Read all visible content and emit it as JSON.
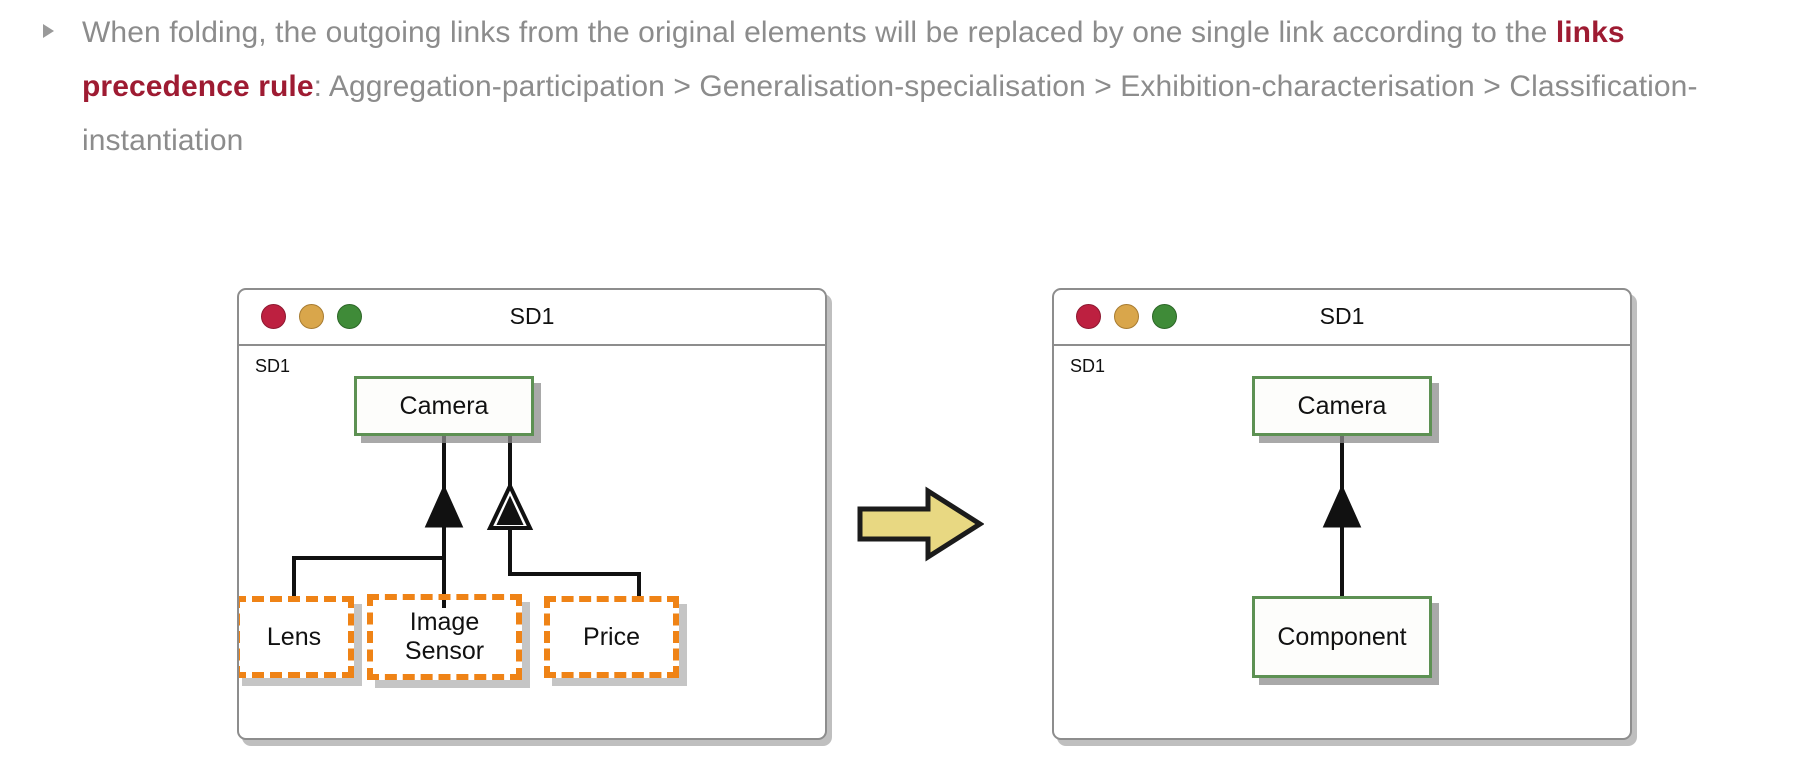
{
  "slide": {
    "bullet": {
      "marker": "triangle-bullet",
      "line1_pre": "When folding, the outgoing links from the original elements will be replaced by one single link according to the ",
      "accent": "links precedence rule",
      "line2_post": ": Aggregation-participation > Generalisation-specialisation > Exhibition-characterisation > Classification-instantiation",
      "full_text": "When folding, the outgoing links from the original elements will be replaced by one single link according to the links precedence rule: Aggregation-participation > Generalisation-specialisation > Exhibition-characterisation > Classification-instantiation",
      "text_color": "#8c8c8c",
      "accent_color": "#9e1b32"
    },
    "flow_arrow": {
      "name": "transformation-arrow",
      "direction": "right",
      "fill": "#e8d882",
      "stroke": "#1b1b1b"
    }
  },
  "window_left": {
    "title": "SD1",
    "canvas_label": "SD1",
    "traffic_lights": [
      {
        "name": "close",
        "color": "#bd2040"
      },
      {
        "name": "minimize",
        "color": "#d9a64b"
      },
      {
        "name": "maximize",
        "color": "#3f8b38"
      }
    ],
    "nodes": [
      {
        "id": "camera",
        "label": "Camera",
        "style": "solid",
        "border_color": "#5d9153"
      },
      {
        "id": "lens",
        "label": "Lens",
        "style": "dashed",
        "border_color": "#ef8316"
      },
      {
        "id": "image-sensor",
        "label": "Image\nSensor",
        "label_line1": "Image",
        "label_line2": "Sensor",
        "style": "dashed",
        "border_color": "#ef8316"
      },
      {
        "id": "price",
        "label": "Price",
        "style": "dashed",
        "border_color": "#ef8316"
      }
    ],
    "links": [
      {
        "from": "lens",
        "to": "camera",
        "type": "aggregation-participation",
        "marker": "filled-triangle"
      },
      {
        "from": "image-sensor",
        "to": "camera",
        "type": "aggregation-participation",
        "marker": "filled-triangle"
      },
      {
        "from": "price",
        "to": "camera",
        "type": "exhibition-characterisation",
        "marker": "hollow-triangle"
      }
    ]
  },
  "window_right": {
    "title": "SD1",
    "canvas_label": "SD1",
    "traffic_lights": [
      {
        "name": "close",
        "color": "#bd2040"
      },
      {
        "name": "minimize",
        "color": "#d9a64b"
      },
      {
        "name": "maximize",
        "color": "#3f8b38"
      }
    ],
    "nodes": [
      {
        "id": "camera",
        "label": "Camera",
        "style": "solid",
        "border_color": "#5d9153"
      },
      {
        "id": "component",
        "label": "Component",
        "style": "solid",
        "border_color": "#5d9153"
      }
    ],
    "links": [
      {
        "from": "component",
        "to": "camera",
        "type": "aggregation-participation",
        "marker": "filled-triangle"
      }
    ]
  }
}
